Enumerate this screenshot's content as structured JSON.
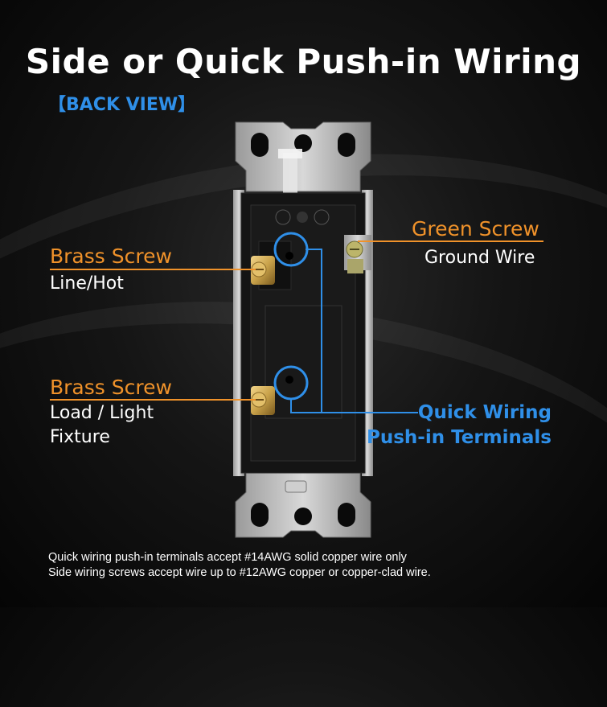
{
  "title": "Side or Quick Push-in Wiring",
  "subtitle": "【BACK VIEW】",
  "labels": {
    "brass_screw_top": "Brass Screw",
    "line_hot": "Line/Hot",
    "brass_screw_bottom": "Brass Screw",
    "load_line1": "Load / Light",
    "load_line2": "Fixture",
    "green_screw": "Green Screw",
    "ground_wire": "Ground Wire",
    "quick_line1": "Quick Wiring",
    "quick_line2": "Push-in Terminals"
  },
  "notes": {
    "line1": "Quick wiring push-in terminals accept #14AWG solid copper wire only",
    "line2": "Side wiring screws accept wire up to #12AWG copper or copper-clad wire."
  },
  "colors": {
    "accent_orange": "#f0922a",
    "accent_blue": "#2f8fe8",
    "brass": "#c9a24a",
    "green_screw": "#b8b060"
  },
  "icons": [
    "brass-screw-icon",
    "green-screw-icon",
    "push-in-hole-icon",
    "mounting-strap-icon"
  ]
}
